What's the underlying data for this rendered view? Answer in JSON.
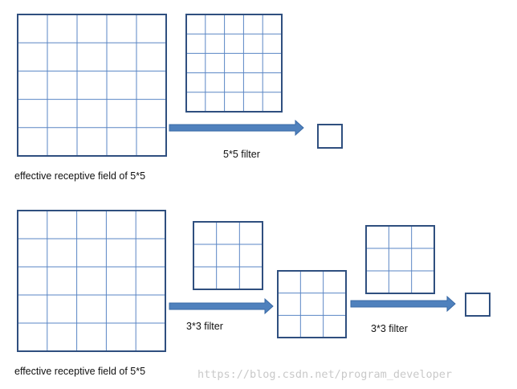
{
  "colors": {
    "grid_stroke": "#2f4f7f",
    "grid_inner": "#5a86c4",
    "arrow_fill": "#4f81bd",
    "arrow_stroke": "#3a6aa6",
    "text": "#111111",
    "watermark": "#c9c9c9"
  },
  "top_row": {
    "input_grid": {
      "rows": 5,
      "cols": 5
    },
    "filter_grid": {
      "rows": 5,
      "cols": 5
    },
    "output_cells": 1,
    "filter_label": "5*5 filter",
    "caption": "effective receptive field of 5*5"
  },
  "bottom_row": {
    "input_grid": {
      "rows": 5,
      "cols": 5
    },
    "filter1_grid": {
      "rows": 3,
      "cols": 3
    },
    "intermediate_grid": {
      "rows": 3,
      "cols": 3
    },
    "filter2_grid": {
      "rows": 3,
      "cols": 3
    },
    "output_cells": 1,
    "filter1_label": "3*3 filter",
    "filter2_label": "3*3 filter",
    "caption": "effective receptive field of 5*5"
  },
  "watermark": "https://blog.csdn.net/program_developer"
}
